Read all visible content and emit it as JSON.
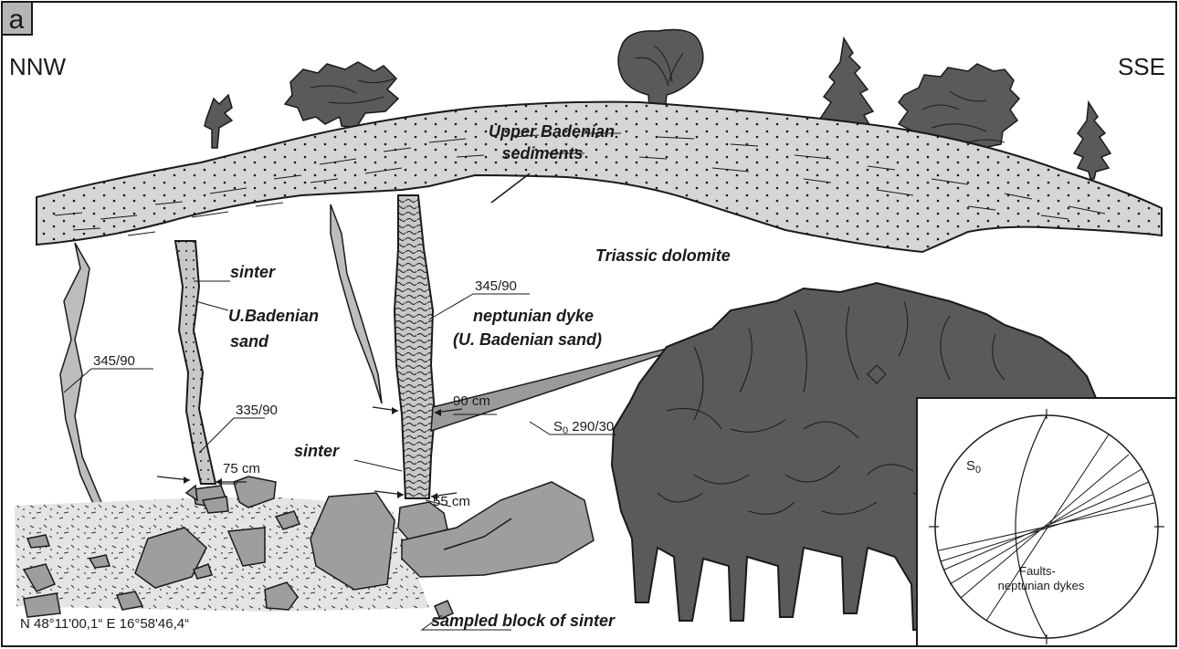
{
  "panel_label": "a",
  "direction_left": "NNW",
  "direction_right": "SSE",
  "labels": {
    "upper_badenian_1": "Upper Badenian",
    "upper_badenian_2": "sediments",
    "triassic": "Triassic dolomite",
    "sinter_top": "sinter",
    "ubadenian_1": "U.Badenian",
    "ubadenian_2": "sand",
    "neptunian_1": "neptunian dyke",
    "neptunian_2": "(U. Badenian sand)",
    "sinter_mid": "sinter",
    "sampled": "sampled block of sinter"
  },
  "measurements": {
    "m_345_left": "345/90",
    "m_335": "335/90",
    "m_75": "75 cm",
    "m_345_mid": "345/90",
    "m_90": "90 cm",
    "m_55": "55 cm",
    "s0_prefix": "S",
    "s0_sub": "0",
    "s0_value": " 290/30"
  },
  "coordinates": "N 48°11'00,1“   E 16°58'46,4“",
  "stereonet": {
    "s0_label": "S",
    "s0_sub": "0",
    "faults_1": "Faults-",
    "faults_2": "neptunian dykes"
  },
  "colors": {
    "sediment_fill": "#d6d6d6",
    "dark_fill": "#5a5a5a",
    "block_fill": "#9e9e9e",
    "scree_fill": "#e2e2e2",
    "outline": "#1a1a1a"
  }
}
